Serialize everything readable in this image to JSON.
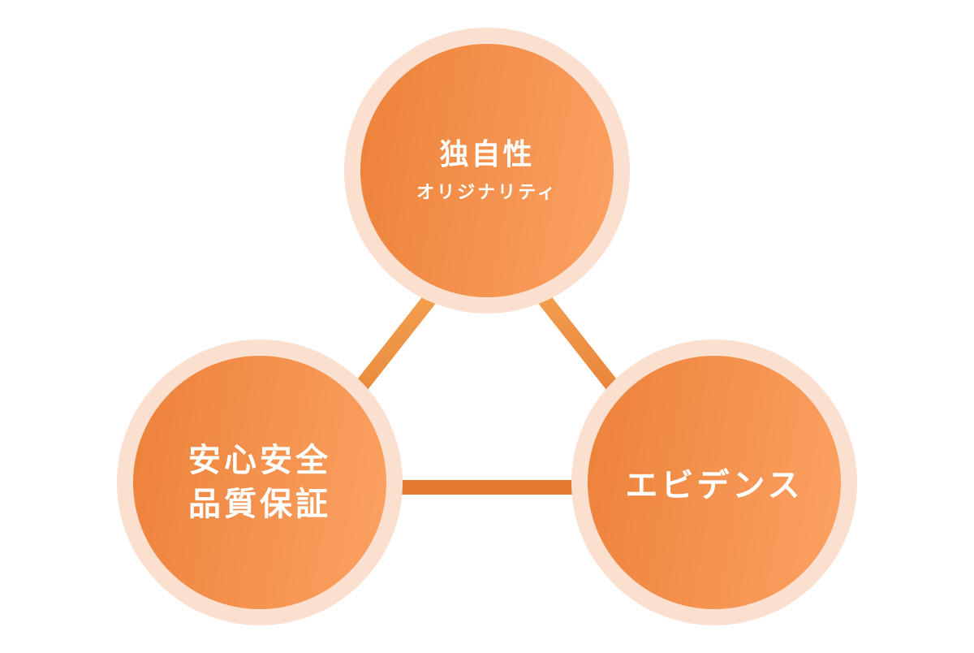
{
  "nodes": {
    "top": {
      "title": "独自性",
      "subtitle": "オリジナリティ"
    },
    "left": {
      "line1": "安心安全",
      "line2": "品質保証"
    },
    "right": {
      "title": "エビデンス"
    }
  },
  "colors": {
    "ring": "#fbe0d0",
    "core_start": "#ec8139",
    "core_end": "#fca263",
    "link_light": "#f2a04f",
    "link_dark": "#e57a2e"
  }
}
